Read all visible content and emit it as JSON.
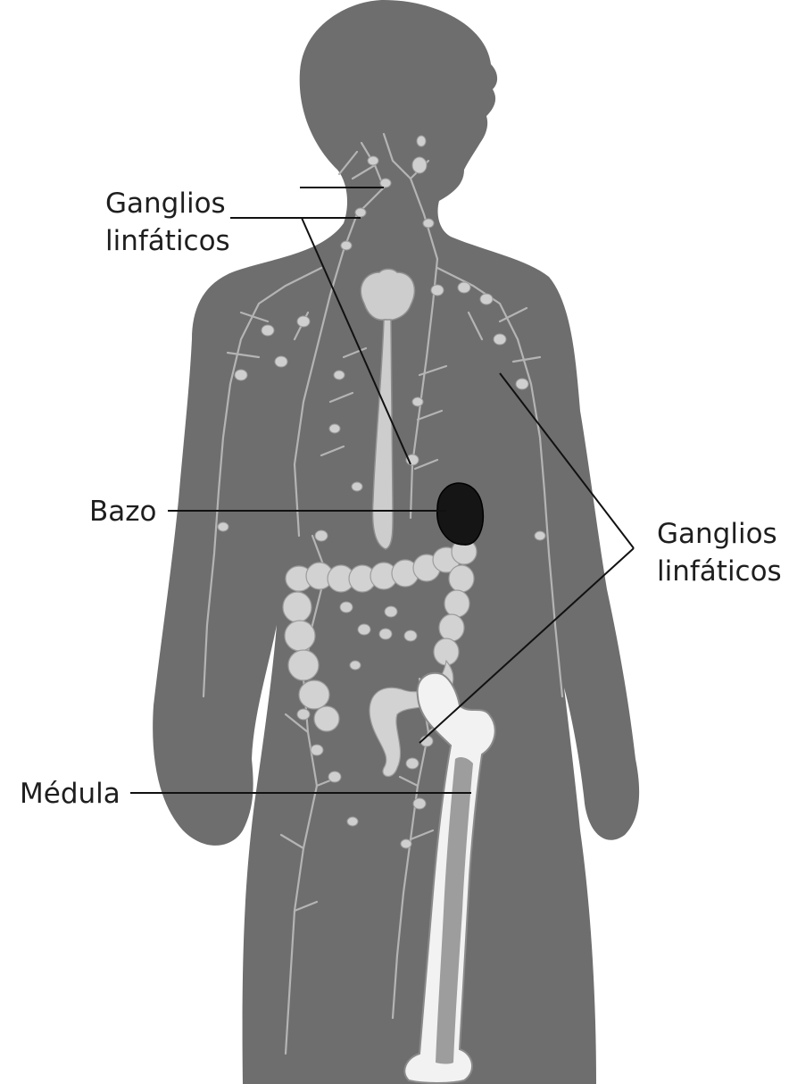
{
  "labels": {
    "lymph_nodes_upper_line1": "Ganglios",
    "lymph_nodes_upper_line2": "linfáticos",
    "spleen": "Bazo",
    "lymph_nodes_right_line1": "Ganglios",
    "lymph_nodes_right_line2": "linfáticos",
    "marrow": "Médula"
  },
  "colors": {
    "silhouette": "#6e6e6e",
    "organs": "#cdcdcd",
    "spleen": "#151515",
    "text": "#1e1e1e"
  }
}
